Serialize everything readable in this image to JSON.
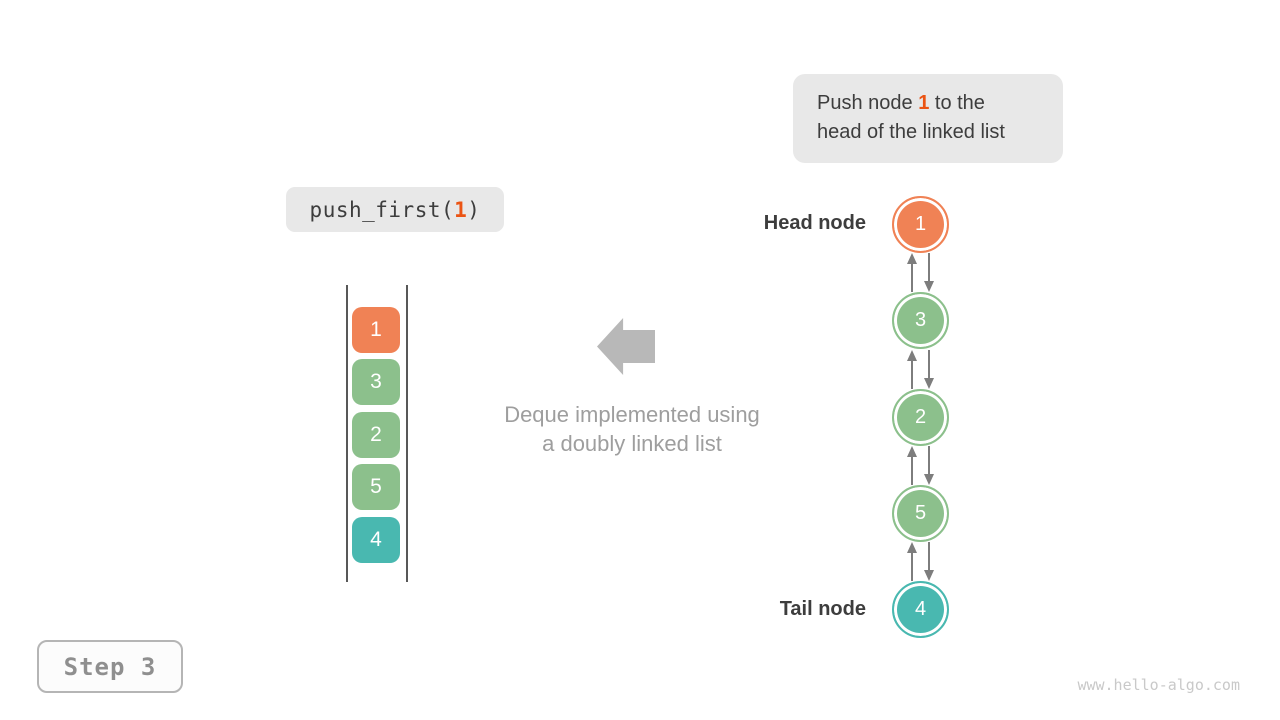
{
  "colors": {
    "orange": "#F08255",
    "green": "#8CC08C",
    "teal": "#49B8B0",
    "accent_orange": "#EB5414",
    "dark_text": "#3D3D3D",
    "muted_text": "#9E9E9E",
    "step_text": "#8F8F8F",
    "watermark_text": "#C9C9C9",
    "pointer_arrow": "#7D7D7D",
    "block_arrow": "#B8B8B8",
    "box_bg": "#E8E8E8"
  },
  "callout": {
    "line1_prefix": "Push node ",
    "highlight": "1",
    "line1_suffix": " to the",
    "line2": "head of the linked list"
  },
  "code": {
    "prefix": "push_first(",
    "arg": "1",
    "suffix": ")"
  },
  "deque": {
    "items": [
      {
        "value": "1",
        "color": "orange"
      },
      {
        "value": "3",
        "color": "green"
      },
      {
        "value": "2",
        "color": "green"
      },
      {
        "value": "5",
        "color": "green"
      },
      {
        "value": "4",
        "color": "teal"
      }
    ]
  },
  "caption": {
    "line1": "Deque implemented using",
    "line2": "a doubly linked list"
  },
  "linked_list": {
    "head_label": "Head node",
    "tail_label": "Tail node",
    "nodes": [
      {
        "value": "1",
        "color": "orange"
      },
      {
        "value": "3",
        "color": "green"
      },
      {
        "value": "2",
        "color": "green"
      },
      {
        "value": "5",
        "color": "green"
      },
      {
        "value": "4",
        "color": "teal"
      }
    ]
  },
  "step": {
    "label": "Step 3"
  },
  "watermark": "www.hello-algo.com",
  "icons": {
    "big_left_arrow": "css-block-arrow-left",
    "prev_pointer": "up-arrow",
    "next_pointer": "down-arrow"
  }
}
